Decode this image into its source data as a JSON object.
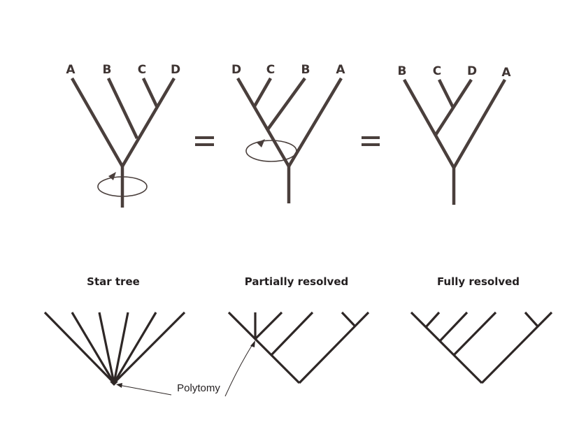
{
  "rotated_trees": [
    {
      "tips": [
        "A",
        "B",
        "C",
        "D"
      ]
    },
    {
      "tips": [
        "D",
        "C",
        "B",
        "A"
      ]
    },
    {
      "tips": [
        "B",
        "C",
        "D",
        "A"
      ]
    }
  ],
  "equals_signs": [
    "=",
    "="
  ],
  "resolution_trees": [
    {
      "title": "Star tree"
    },
    {
      "title": "Partially resolved"
    },
    {
      "title": "Fully resolved"
    }
  ],
  "annotation": {
    "label": "Polytomy"
  }
}
